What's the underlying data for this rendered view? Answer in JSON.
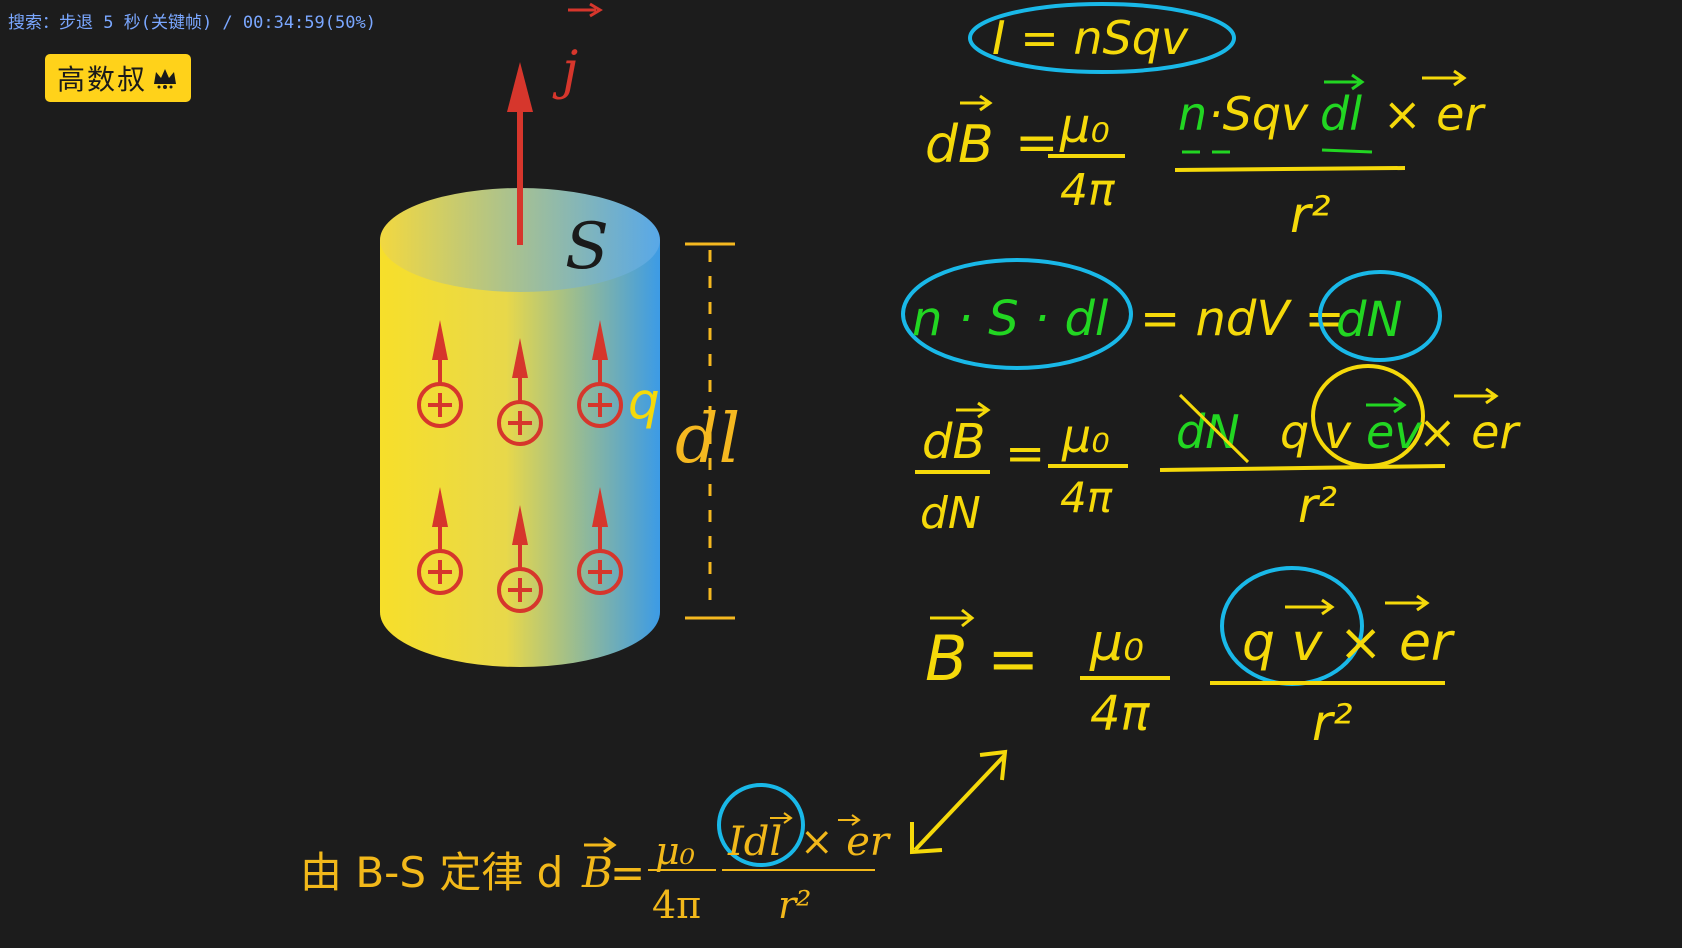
{
  "status_bar": {
    "text": "搜索：步退 5 秒(关键帧) / 00:34:59(50%)"
  },
  "logo": {
    "text": "高数叔",
    "icon": "crown-icon"
  },
  "cylinder": {
    "current_density_label": "j",
    "area_label": "S",
    "charge_label": "q",
    "length_label": "dl",
    "charge_symbol": "+"
  },
  "equations": {
    "eq1": "I = nSqv",
    "eq2_lhs": "dB",
    "eq2_coeff_num": "μ₀",
    "eq2_coeff_den": "4π",
    "eq2_numerator_n": "n",
    "eq2_numerator_sqv": "·Sqv",
    "eq2_numerator_dl": "dl",
    "eq2_numerator_er": "× er",
    "eq2_denominator": "r²",
    "eq3_left": "n · S · dl",
    "eq3_middle": "= ndV =",
    "eq3_right": "dN",
    "eq4_lhs_num": "dB",
    "eq4_lhs_den": "dN",
    "eq4_coeff_num": "μ₀",
    "eq4_coeff_den": "4π",
    "eq4_numerator_dn": "dN",
    "eq4_numerator_qv": "q v",
    "eq4_numerator_ev": "ev",
    "eq4_numerator_er": "× er",
    "eq4_denominator": "r²",
    "eq5_lhs": "B =",
    "eq5_coeff_num": "μ₀",
    "eq5_coeff_den": "4π",
    "eq5_numerator": "q v × er",
    "eq5_denominator": "r²"
  },
  "bs_law": {
    "prefix": "由 B-S 定律 d",
    "lhs_vector": "B",
    "equals": "=",
    "coeff_num": "μ₀",
    "coeff_den": "4π",
    "numerator_idl": "Idl",
    "numerator_er": "× er",
    "denominator": "r²"
  },
  "colors": {
    "background": "#1c1c1c",
    "yellow_ink": "#f5d90a",
    "green_ink": "#22d622",
    "cyan_circle": "#19b8e8",
    "red_arrow": "#d6362c",
    "status_text": "#7aa7ff",
    "logo_bg": "#ffd21a"
  }
}
